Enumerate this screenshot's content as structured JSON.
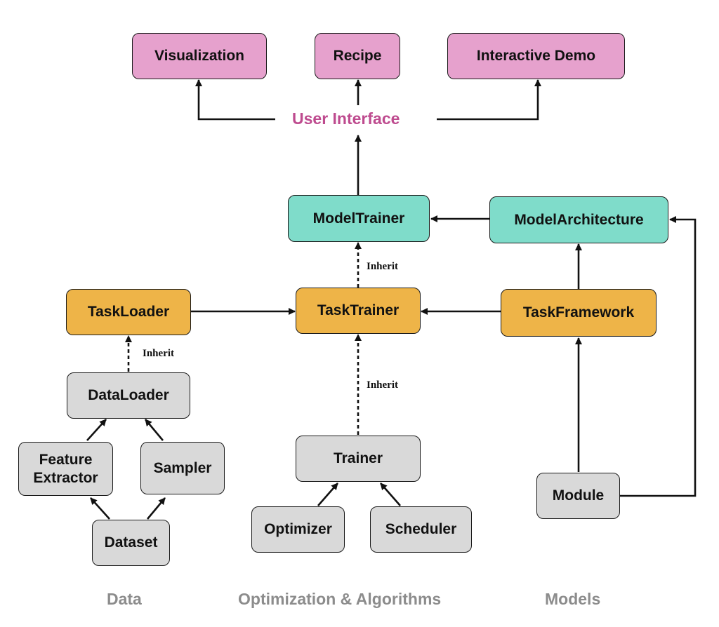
{
  "ui_heading": "User Interface",
  "inherit_label": "Inherit",
  "columns": {
    "data": "Data",
    "optimization": "Optimization & Algorithms",
    "models": "Models"
  },
  "nodes": {
    "visualization": "Visualization",
    "recipe": "Recipe",
    "interactive_demo": "Interactive Demo",
    "model_trainer": "ModelTrainer",
    "model_architecture": "ModelArchitecture",
    "task_loader": "TaskLoader",
    "task_trainer": "TaskTrainer",
    "task_framework": "TaskFramework",
    "data_loader": "DataLoader",
    "feature_extractor": "Feature\nExtractor",
    "sampler": "Sampler",
    "dataset": "Dataset",
    "trainer": "Trainer",
    "optimizer": "Optimizer",
    "scheduler": "Scheduler",
    "module": "Module"
  },
  "colors": {
    "interface_box": "#e6a1cd",
    "top_level_box": "#7fdcca",
    "task_box": "#eeb448",
    "base_box": "#d9d9d9",
    "interface_text": "#be4b8f",
    "column_label": "#8c8c8c"
  }
}
